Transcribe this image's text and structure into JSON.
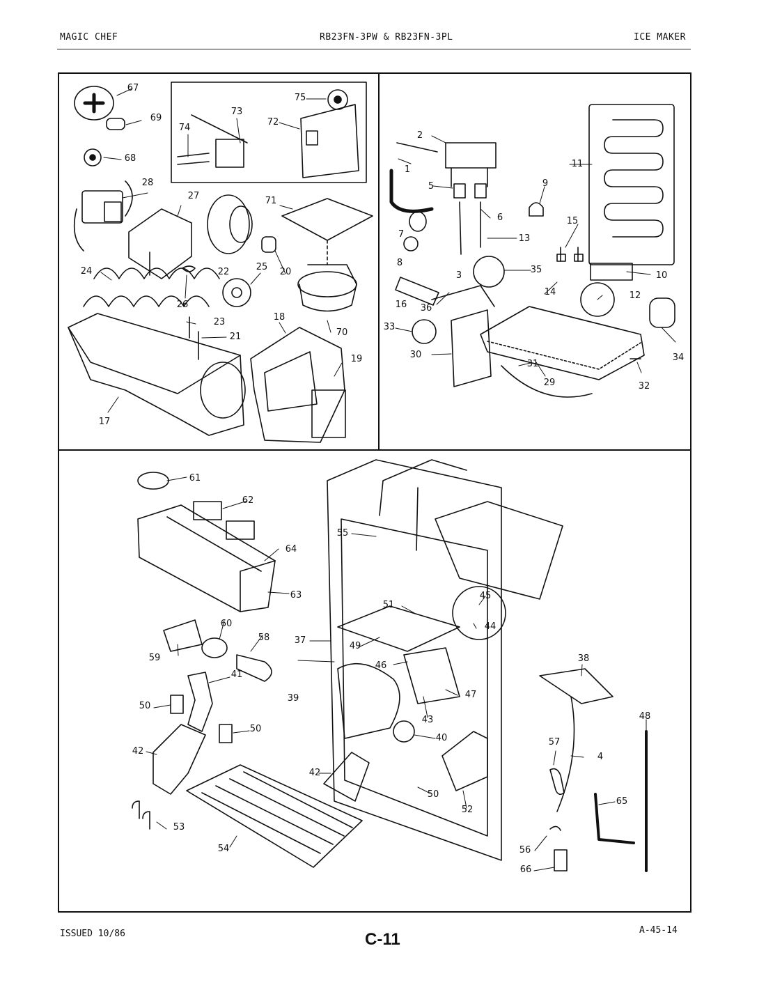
{
  "header": {
    "brand": "MAGIC CHEF",
    "models": "RB23FN-3PW & RB23FN-3PL",
    "section": "ICE MAKER"
  },
  "footer": {
    "issued": "ISSUED 10/86",
    "page": "C-11",
    "doc_number": "A-45-14"
  },
  "parts": {
    "p1": "1",
    "p2": "2",
    "p3": "3",
    "p4": "4",
    "p5": "5",
    "p6": "6",
    "p7": "7",
    "p8": "8",
    "p9": "9",
    "p10": "10",
    "p11": "11",
    "p12": "12",
    "p13": "13",
    "p14": "14",
    "p15": "15",
    "p16": "16",
    "p17": "17",
    "p18": "18",
    "p19": "19",
    "p20": "20",
    "p21": "21",
    "p22": "22",
    "p23": "23",
    "p24": "24",
    "p25": "25",
    "p26": "26",
    "p27": "27",
    "p28": "28",
    "p29": "29",
    "p30": "30",
    "p31": "31",
    "p32": "32",
    "p33": "33",
    "p34": "34",
    "p35": "35",
    "p36": "36",
    "p37": "37",
    "p38": "38",
    "p39": "39",
    "p40": "40",
    "p41": "41",
    "p42": "42",
    "p43": "43",
    "p44": "44",
    "p45": "45",
    "p46": "46",
    "p47": "47",
    "p48": "48",
    "p49": "49",
    "p50": "50",
    "p51": "51",
    "p52": "52",
    "p53": "53",
    "p54": "54",
    "p55": "55",
    "p56": "56",
    "p57": "57",
    "p58": "58",
    "p59": "59",
    "p60": "60",
    "p61": "61",
    "p62": "62",
    "p63": "63",
    "p64": "64",
    "p65": "65",
    "p66": "66",
    "p67": "67",
    "p68": "68",
    "p69": "69",
    "p70": "70",
    "p71": "71",
    "p72": "72",
    "p73": "73",
    "p74": "74",
    "p75": "75"
  }
}
